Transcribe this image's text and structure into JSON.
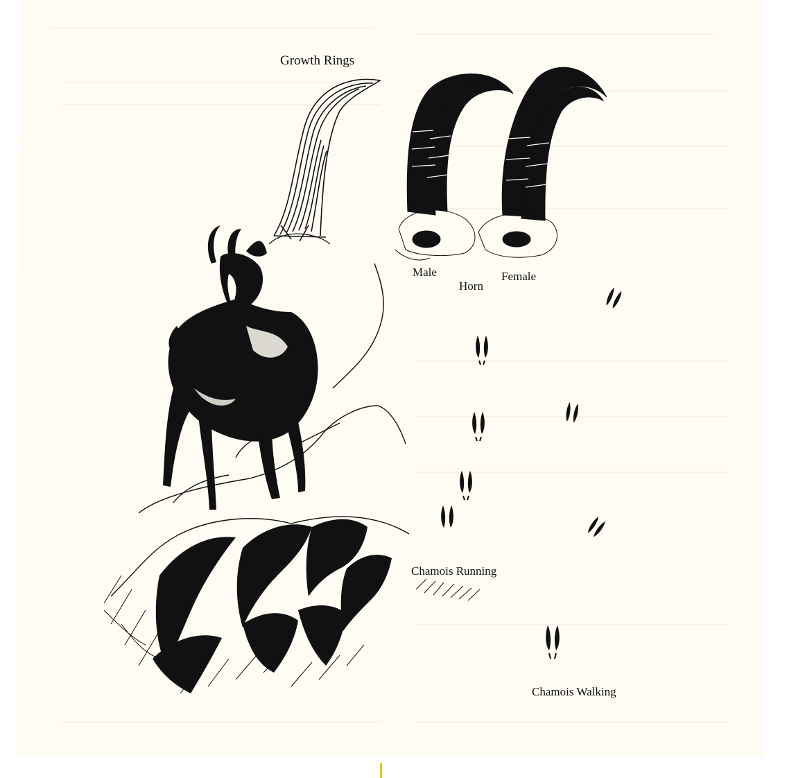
{
  "labels": {
    "growth_rings": "Growth Rings",
    "male": "Male",
    "horn": "Horn",
    "female": "Female",
    "chamois_running": "Chamois Running",
    "chamois_walking": "Chamois Walking"
  },
  "colors": {
    "ink": "#111111",
    "paper": "#fefcf3",
    "page_edge": "#f2efe2",
    "marker": "#f4c20d"
  }
}
